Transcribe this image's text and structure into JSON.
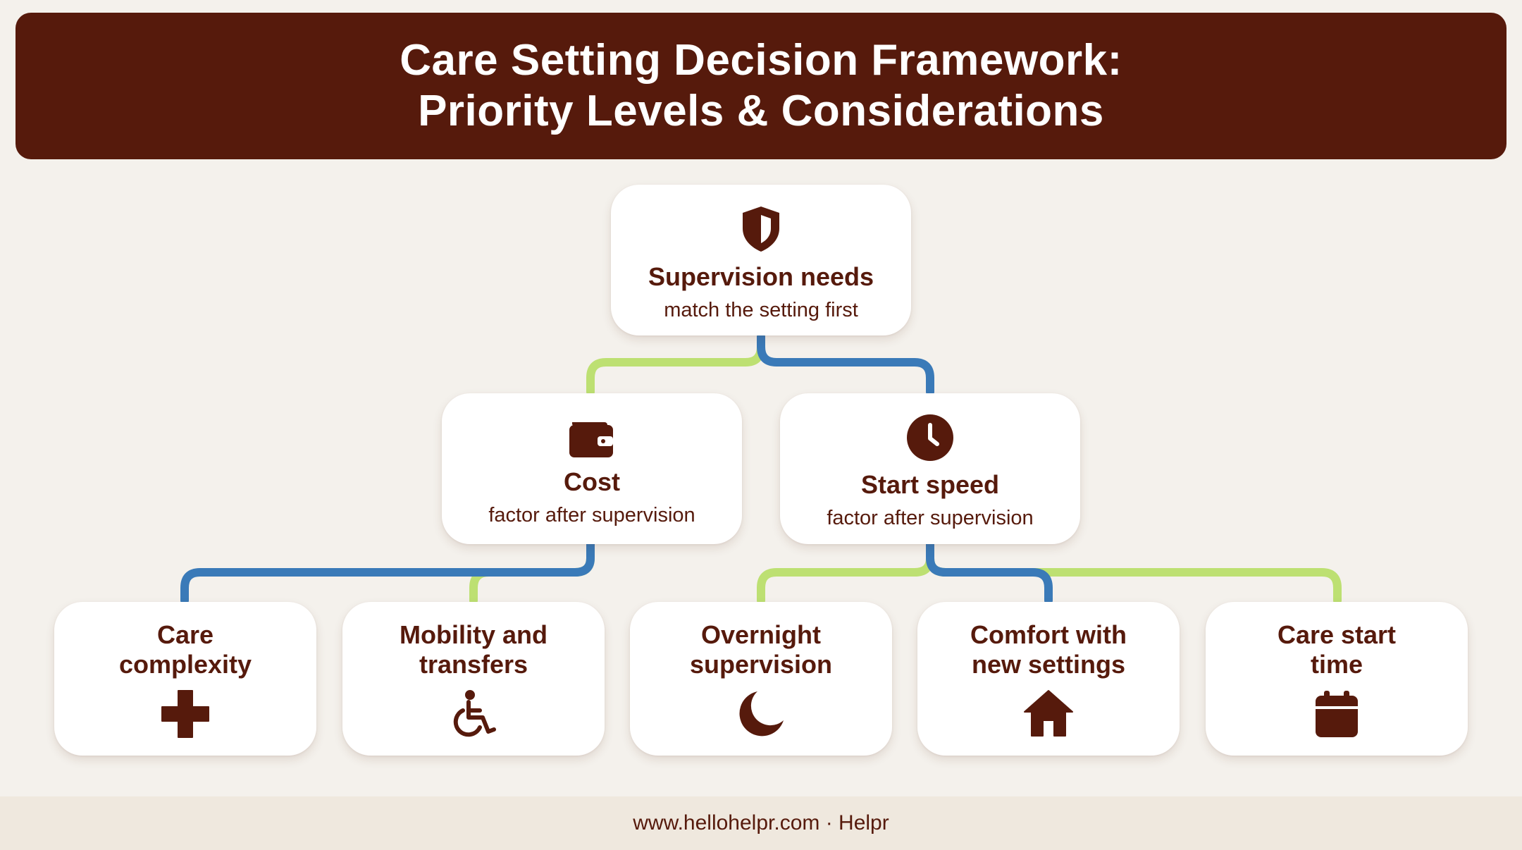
{
  "header": {
    "title_line1": "Care Setting Decision Framework:",
    "title_line2": "Priority Levels & Considerations"
  },
  "nodes": {
    "root": {
      "title": "Supervision needs",
      "subtitle": "match the setting first",
      "icon": "shield-icon"
    },
    "cost": {
      "title": "Cost",
      "subtitle": "factor after supervision",
      "icon": "wallet-icon"
    },
    "start_speed": {
      "title": "Start speed",
      "subtitle": "factor after supervision",
      "icon": "clock-icon"
    },
    "care_complexity": {
      "title_line1": "Care",
      "title_line2": "complexity",
      "icon": "medical-cross-icon"
    },
    "mobility": {
      "title_line1": "Mobility and",
      "title_line2": "transfers",
      "icon": "wheelchair-icon"
    },
    "overnight": {
      "title_line1": "Overnight",
      "title_line2": "supervision",
      "icon": "moon-icon"
    },
    "comfort": {
      "title_line1": "Comfort with",
      "title_line2": "new settings",
      "icon": "home-icon"
    },
    "care_start": {
      "title_line1": "Care start",
      "title_line2": "time",
      "icon": "calendar-icon"
    }
  },
  "colors": {
    "primary": "#561a0c",
    "connector_green": "#bde072",
    "connector_blue": "#3a7ab8",
    "background": "#f4f1ec"
  },
  "footer": {
    "text": "www.hellohelpr.com · Helpr"
  }
}
